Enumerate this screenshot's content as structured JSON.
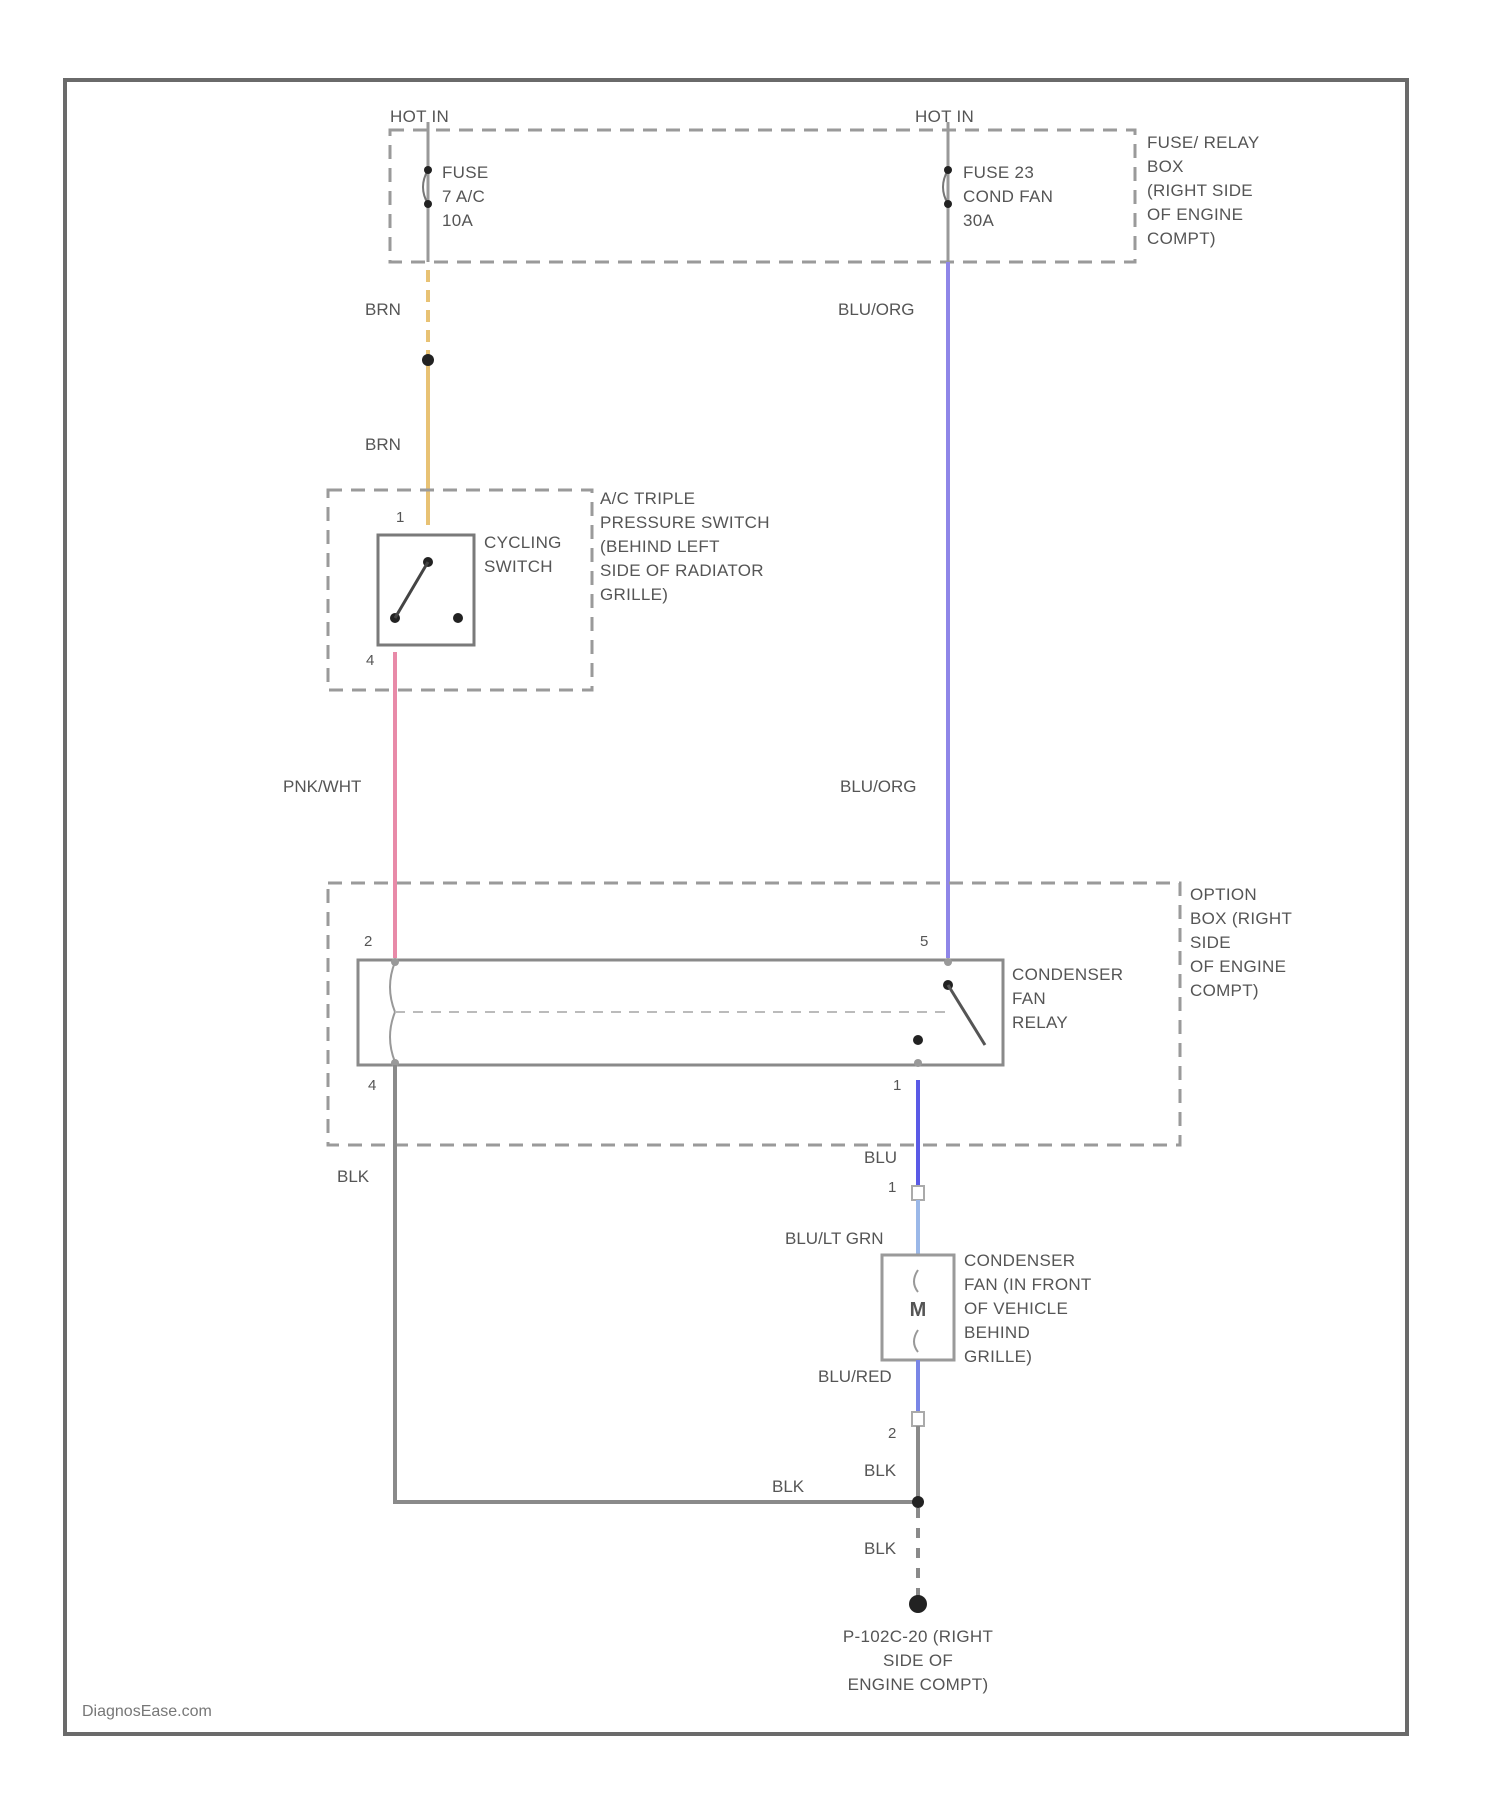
{
  "power_sources": {
    "left": "HOT IN",
    "right": "HOT IN"
  },
  "fuse_relay_box": {
    "label_lines": [
      "FUSE/ RELAY",
      "BOX",
      "(RIGHT SIDE",
      "OF ENGINE",
      "COMPT)"
    ],
    "fuse_left_lines": [
      "FUSE",
      "7 A/C",
      "10A"
    ],
    "fuse_right_lines": [
      "FUSE 23",
      "COND FAN",
      "30A"
    ]
  },
  "wires": {
    "brn_upper": "BRN",
    "brn_lower": "BRN",
    "blu_org_upper": "BLU/ORG",
    "blu_org_lower": "BLU/ORG",
    "pnk_wht": "PNK/WHT",
    "blk_left": "BLK",
    "blu_relay": "BLU",
    "blu_lt_grn": "BLU/LT GRN",
    "blu_red": "BLU/RED",
    "blk_motor": "BLK",
    "blk_splice": "BLK",
    "blk_ground": "BLK"
  },
  "pressure_switch": {
    "label_lines": [
      "A/C TRIPLE",
      "PRESSURE SWITCH",
      "(BEHIND LEFT",
      "SIDE OF RADIATOR",
      "GRILLE)"
    ],
    "switch_lines": [
      "CYCLING",
      "SWITCH"
    ],
    "pin_top": "1",
    "pin_bottom": "4"
  },
  "option_box": {
    "label_lines": [
      "OPTION",
      "BOX (RIGHT",
      "SIDE",
      "OF ENGINE",
      "COMPT)"
    ]
  },
  "relay": {
    "label_lines": [
      "CONDENSER",
      "FAN",
      "RELAY"
    ],
    "pin_top_left": "2",
    "pin_top_right": "5",
    "pin_bottom_left": "4",
    "pin_bottom_right": "1"
  },
  "motor": {
    "label_lines": [
      "CONDENSER",
      "FAN (IN FRONT",
      "OF VEHICLE",
      "BEHIND",
      "GRILLE)"
    ],
    "symbol": "M",
    "pin_top": "1",
    "pin_bottom": "2"
  },
  "ground": {
    "label_lines": [
      "P-102C-20 (RIGHT",
      "SIDE OF",
      "ENGINE COMPT)"
    ]
  },
  "watermark": "DiagnosEase.com",
  "colors": {
    "brn": "#e8c274",
    "blu_org": "#8f86e8",
    "pnk_wht": "#e88aa8",
    "blk": "#8a8a8a",
    "blu": "#5a5ae6",
    "blu_lt_grn": "#9bb8e8",
    "blu_red": "#7a86e6"
  }
}
